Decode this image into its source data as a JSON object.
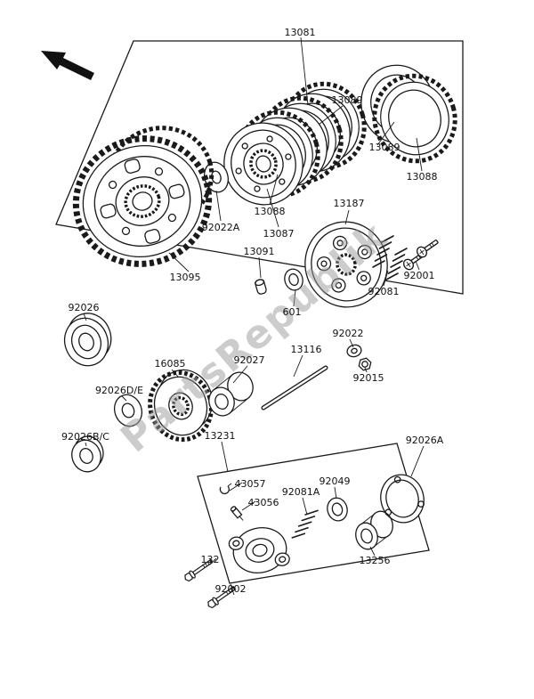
{
  "page": {
    "background": "#ffffff"
  },
  "colors": {
    "line": "#1a1a1a",
    "watermark_gray": "#9a9a9a",
    "label_text": "#111111",
    "arrow_black": "#111111"
  },
  "watermark": "PartsRepublik",
  "labels": {
    "k13081": "13081",
    "k13089a": "13089",
    "k13089b": "13089",
    "k13088a": "13088",
    "k13088b": "13088",
    "k13087": "13087",
    "k13187": "13187",
    "k92022a": "92022A",
    "k13091": "13091",
    "k13095": "13095",
    "k92026": "92026",
    "k92081": "92081",
    "k92001": "92001",
    "k601": "601",
    "k92022": "92022",
    "k92015": "92015",
    "k16085": "16085",
    "k92027": "92027",
    "k13116": "13116",
    "k92026de": "92026D/E",
    "k92026bc": "92026B/C",
    "k13231": "13231",
    "k92026a": "92026A",
    "k43057": "43057",
    "k43056": "43056",
    "k92049": "92049",
    "k92081a": "92081A",
    "k13256": "13256",
    "k132": "132",
    "k92002": "92002"
  }
}
